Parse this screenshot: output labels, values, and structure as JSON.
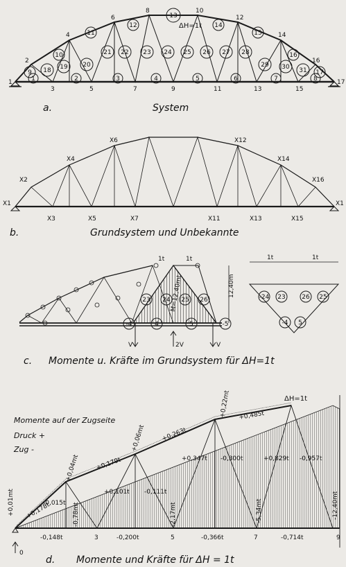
{
  "panel_a": {
    "caption_letter": "a.",
    "caption": "System",
    "load_label": "ΔH=1t",
    "top_nodes": [
      "2",
      "4",
      "6",
      "8",
      "10",
      "12",
      "14",
      "16"
    ],
    "bottom_nodes": [
      "1",
      "3",
      "5",
      "7",
      "9",
      "11",
      "13",
      "15",
      "17"
    ],
    "members": [
      "9",
      "10",
      "11",
      "12",
      "13",
      "14",
      "15",
      "16",
      "17",
      "18",
      "19",
      "20",
      "21",
      "22",
      "23",
      "24",
      "25",
      "26",
      "27",
      "28",
      "29",
      "30",
      "31",
      "1",
      "2",
      "3",
      "4",
      "5",
      "6",
      "7",
      "8"
    ]
  },
  "panel_b": {
    "caption_letter": "b.",
    "caption": "Grundsystem und Unbekannte",
    "unknowns": [
      "X1",
      "X2",
      "X3",
      "X4",
      "X5",
      "X6",
      "X7",
      "X11",
      "X12",
      "X13",
      "X14",
      "X15",
      "X16",
      "X1"
    ]
  },
  "panel_c": {
    "caption_letter": "c.",
    "caption": "Momente u. Kräfte im Grundsystem für ΔH=1t",
    "force_top_left": "1t",
    "force_top_right": "1t",
    "height_label": "12,40m",
    "slope_label": "M=12,40mt",
    "members": [
      "23",
      "24",
      "25",
      "26",
      "-4",
      "4",
      "5",
      "-5"
    ],
    "v_left": "V",
    "v_right": "V",
    "v_center": "2V",
    "side_forces": [
      "1t",
      "1t"
    ],
    "side_members": [
      "-24",
      "23",
      "26",
      "25",
      "-4",
      "5"
    ]
  },
  "panel_d": {
    "caption_letter": "d.",
    "caption": "Momente und Kräfte für ΔH = 1t",
    "legend_title": "Momente auf der Zugseite",
    "legend_druck": "Druck  +",
    "legend_zug": "Zug    -",
    "load_label": "ΔH=1t",
    "moment_labels": [
      "+0,01mt",
      "+0,04mt",
      "+0,06mt",
      "+0,22mt"
    ],
    "top_forces": [
      "+0,178t",
      "+0,179t",
      "+0,263t",
      "+0,485t"
    ],
    "diag_forces": [
      "-0,015t",
      "+0,101t",
      "-0,111t",
      "+0,347t",
      "-0,300t",
      "+0,829t",
      "-0,957t"
    ],
    "vert_forces": [
      "-0,78mt",
      "-2,17mt",
      "-5,34mt",
      "-12,40mt"
    ],
    "bottom_forces": [
      "-0,148t",
      "-0,200t",
      "-0,366t",
      "-0,714t"
    ],
    "node_labels": [
      "3",
      "5",
      "7",
      "9"
    ],
    "origin_label": "0"
  }
}
